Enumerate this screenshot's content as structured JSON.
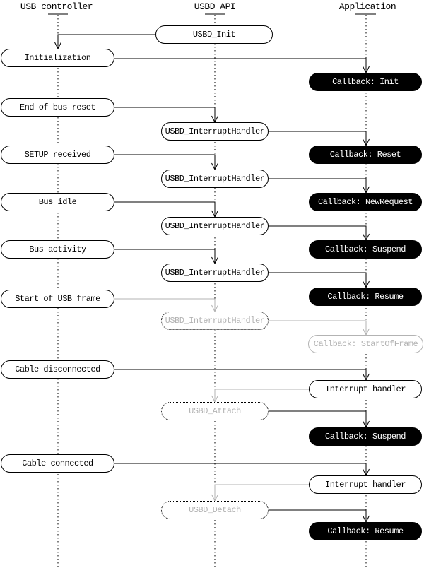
{
  "diagram_title": "USB device sequence: controller events, USBD API calls and application callbacks",
  "lanes": [
    {
      "label": "USB controller"
    },
    {
      "label": "USBD API"
    },
    {
      "label": "Application"
    }
  ],
  "nodes": [
    {
      "label": "USBD_Init",
      "lane": "usbd-api",
      "style": "white"
    },
    {
      "label": "Initialization",
      "lane": "usb-controller",
      "style": "white"
    },
    {
      "label": "Callback: Init",
      "lane": "application",
      "style": "black"
    },
    {
      "label": "End of bus reset",
      "lane": "usb-controller",
      "style": "white"
    },
    {
      "label": "USBD_InterruptHandler",
      "lane": "usbd-api",
      "style": "white"
    },
    {
      "label": "Callback: Reset",
      "lane": "application",
      "style": "black"
    },
    {
      "label": "SETUP received",
      "lane": "usb-controller",
      "style": "white"
    },
    {
      "label": "USBD_InterruptHandler",
      "lane": "usbd-api",
      "style": "white"
    },
    {
      "label": "Bus idle",
      "lane": "usb-controller",
      "style": "white"
    },
    {
      "label": "Callback: NewRequest",
      "lane": "application",
      "style": "black"
    },
    {
      "label": "USBD_InterruptHandler",
      "lane": "usbd-api",
      "style": "white"
    },
    {
      "label": "Bus activity",
      "lane": "usb-controller",
      "style": "white"
    },
    {
      "label": "Callback: Suspend",
      "lane": "application",
      "style": "black"
    },
    {
      "label": "USBD_InterruptHandler",
      "lane": "usbd-api",
      "style": "white"
    },
    {
      "label": "Start of USB frame",
      "lane": "usb-controller",
      "style": "white"
    },
    {
      "label": "Callback: Resume",
      "lane": "application",
      "style": "black"
    },
    {
      "label": "USBD_InterruptHandler",
      "lane": "usbd-api",
      "style": "muted-dotted"
    },
    {
      "label": "Callback: StartOfFrame",
      "lane": "application",
      "style": "muted-outline"
    },
    {
      "label": "Cable disconnected",
      "lane": "usb-controller",
      "style": "white"
    },
    {
      "label": "Interrupt handler",
      "lane": "application",
      "style": "white"
    },
    {
      "label": "USBD_Attach",
      "lane": "usbd-api",
      "style": "muted-dotted"
    },
    {
      "label": "Callback: Suspend",
      "lane": "application",
      "style": "black"
    },
    {
      "label": "Cable connected",
      "lane": "usb-controller",
      "style": "white"
    },
    {
      "label": "Interrupt handler",
      "lane": "application",
      "style": "white"
    },
    {
      "label": "USBD_Detach",
      "lane": "usbd-api",
      "style": "muted-dotted"
    },
    {
      "label": "Callback: Resume",
      "lane": "application",
      "style": "black"
    }
  ],
  "connections": [
    {
      "from": "USBD_Init",
      "to": "Initialization",
      "muted": false
    },
    {
      "from": "Initialization",
      "to": "Callback: Init",
      "muted": false
    },
    {
      "from": "End of bus reset",
      "to": "USBD_InterruptHandler",
      "muted": false
    },
    {
      "from": "USBD_InterruptHandler",
      "to": "Callback: Reset",
      "muted": false
    },
    {
      "from": "SETUP received",
      "to": "USBD_InterruptHandler",
      "muted": false
    },
    {
      "from": "USBD_InterruptHandler",
      "to": "Callback: NewRequest",
      "muted": false
    },
    {
      "from": "Bus idle",
      "to": "USBD_InterruptHandler",
      "muted": false
    },
    {
      "from": "USBD_InterruptHandler",
      "to": "Callback: Suspend",
      "muted": false
    },
    {
      "from": "Bus activity",
      "to": "USBD_InterruptHandler",
      "muted": false
    },
    {
      "from": "USBD_InterruptHandler",
      "to": "Callback: Resume",
      "muted": false
    },
    {
      "from": "Start of USB frame",
      "to": "USBD_InterruptHandler",
      "muted": true
    },
    {
      "from": "USBD_InterruptHandler",
      "to": "Callback: StartOfFrame",
      "muted": true
    },
    {
      "from": "Cable disconnected",
      "to": "Interrupt handler",
      "muted": false
    },
    {
      "from": "Interrupt handler",
      "to": "USBD_Attach",
      "muted": true
    },
    {
      "from": "USBD_Attach",
      "to": "Callback: Suspend",
      "muted": false
    },
    {
      "from": "Cable connected",
      "to": "Interrupt handler",
      "muted": false
    },
    {
      "from": "Interrupt handler",
      "to": "USBD_Detach",
      "muted": true
    },
    {
      "from": "USBD_Detach",
      "to": "Callback: Resume",
      "muted": false
    }
  ],
  "colors": {
    "line": "#000000",
    "muted": "#b3b3b3",
    "node_background": "#ffffff",
    "callback_background": "#000000",
    "callback_text": "#ffffff"
  }
}
